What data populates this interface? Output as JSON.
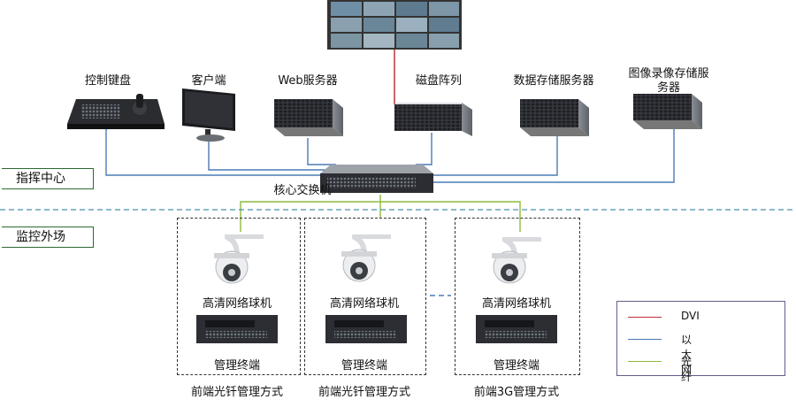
{
  "zones": {
    "command": "指挥中心",
    "field": "监控外场"
  },
  "devices": {
    "keyboard": "控制键盘",
    "client": "客户端",
    "web_server": "Web服务器",
    "disk_array": "磁盘阵列",
    "data_server": "数据存储服务器",
    "image_server_line1": "图像录像存储服",
    "image_server_line2": "务器",
    "core_switch": "核心交换机"
  },
  "groups": [
    {
      "camera": "高清网络球机",
      "terminal": "管理终端",
      "mode": "前端光钎管理方式"
    },
    {
      "camera": "高清网络球机",
      "terminal": "管理终端",
      "mode": "前端光钎管理方式"
    },
    {
      "camera": "高清网络球机",
      "terminal": "管理终端",
      "mode": "前端3G管理方式"
    }
  ],
  "legend": [
    {
      "label": "DVI",
      "color": "#c0303a"
    },
    {
      "label": "以太网",
      "color": "#4a7bb5"
    },
    {
      "label": "光纤",
      "color": "#8dbb3a"
    }
  ],
  "colors": {
    "dvi": "#c0303a",
    "ethernet": "#4a7bb5",
    "fiber": "#8dbb3a",
    "zone_border": "#2d6a34",
    "divider": "#4a8fb0"
  }
}
